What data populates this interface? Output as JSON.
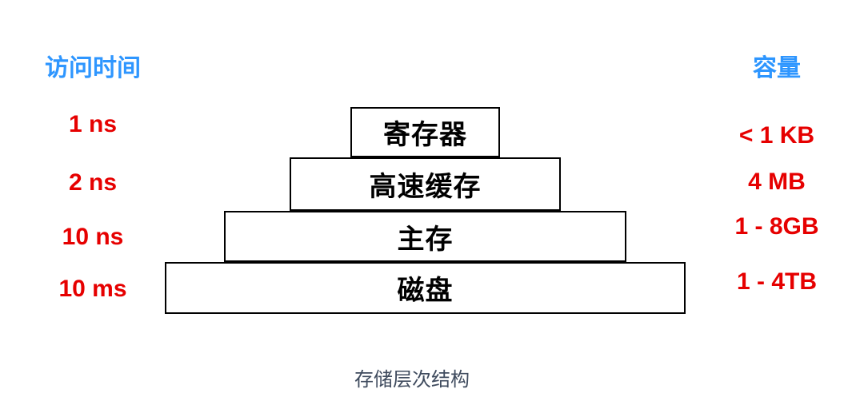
{
  "diagram": {
    "caption": "存储层次结构",
    "left_header": "访问时间",
    "right_header": "容量",
    "levels": [
      {
        "name": "寄存器",
        "access_time": "1 ns",
        "capacity": "< 1 KB"
      },
      {
        "name": "高速缓存",
        "access_time": "2 ns",
        "capacity": "4 MB"
      },
      {
        "name": "主存",
        "access_time": "10 ns",
        "capacity": "1 - 8GB"
      },
      {
        "name": "磁盘",
        "access_time": "10 ms",
        "capacity": "1 - 4TB"
      }
    ],
    "colors": {
      "header_blue": "#2e96ff",
      "value_red": "#e60000",
      "box_border": "#000000",
      "caption_gray": "#3f4b5e",
      "background": "#ffffff"
    }
  }
}
